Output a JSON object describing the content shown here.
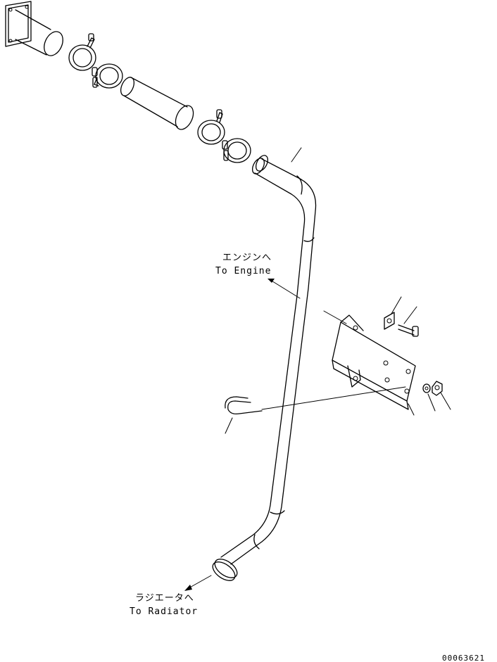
{
  "diagram": {
    "engine_label_jp": "エンジンへ",
    "engine_label_en": "To Engine",
    "radiator_label_jp": "ラジエータへ",
    "radiator_label_en": "To Radiator",
    "figure_code": "00063621"
  }
}
